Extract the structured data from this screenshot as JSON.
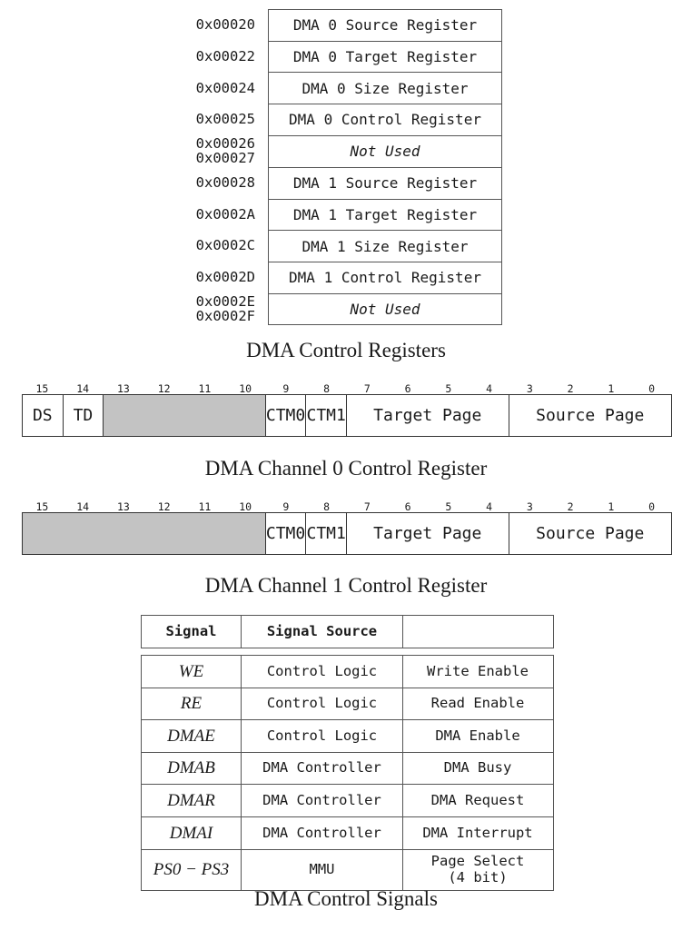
{
  "memory_map": {
    "caption": "DMA Control Registers",
    "rows": [
      {
        "addresses": [
          "0x00020"
        ],
        "label": "DMA 0 Source Register",
        "style": "normal"
      },
      {
        "addresses": [
          "0x00022"
        ],
        "label": "DMA 0 Target Register",
        "style": "normal"
      },
      {
        "addresses": [
          "0x00024"
        ],
        "label": "DMA 0 Size Register",
        "style": "normal"
      },
      {
        "addresses": [
          "0x00025"
        ],
        "label": "DMA 0 Control Register",
        "style": "normal"
      },
      {
        "addresses": [
          "0x00026",
          "0x00027"
        ],
        "label": "Not Used",
        "style": "italic"
      },
      {
        "addresses": [
          "0x00028"
        ],
        "label": "DMA 1 Source Register",
        "style": "normal"
      },
      {
        "addresses": [
          "0x0002A"
        ],
        "label": "DMA 1 Target Register",
        "style": "normal"
      },
      {
        "addresses": [
          "0x0002C"
        ],
        "label": "DMA 1 Size Register",
        "style": "normal"
      },
      {
        "addresses": [
          "0x0002D"
        ],
        "label": "DMA 1 Control Register",
        "style": "normal"
      },
      {
        "addresses": [
          "0x0002E",
          "0x0002F"
        ],
        "label": "Not Used",
        "style": "italic"
      }
    ]
  },
  "bit_numbers": [
    "15",
    "14",
    "13",
    "12",
    "11",
    "10",
    "9",
    "8",
    "7",
    "6",
    "5",
    "4",
    "3",
    "2",
    "1",
    "0"
  ],
  "channel0": {
    "caption": "DMA Channel 0 Control Register",
    "fields": [
      {
        "label": "DS",
        "bits": 1,
        "reserved": false
      },
      {
        "label": "TD",
        "bits": 1,
        "reserved": false
      },
      {
        "label": "",
        "bits": 4,
        "reserved": true
      },
      {
        "label": "CTM0",
        "bits": 1,
        "reserved": false
      },
      {
        "label": "CTM1",
        "bits": 1,
        "reserved": false
      },
      {
        "label": "Target Page",
        "bits": 4,
        "reserved": false
      },
      {
        "label": "Source Page",
        "bits": 4,
        "reserved": false
      }
    ]
  },
  "channel1": {
    "caption": "DMA Channel 1 Control Register",
    "fields": [
      {
        "label": "",
        "bits": 6,
        "reserved": true
      },
      {
        "label": "CTM0",
        "bits": 1,
        "reserved": false
      },
      {
        "label": "CTM1",
        "bits": 1,
        "reserved": false
      },
      {
        "label": "Target Page",
        "bits": 4,
        "reserved": false
      },
      {
        "label": "Source Page",
        "bits": 4,
        "reserved": false
      }
    ]
  },
  "signals": {
    "caption": "DMA Control Signals",
    "headers": [
      "Signal",
      "Signal Source",
      ""
    ],
    "rows": [
      {
        "signal": "WE",
        "source": "Control Logic",
        "description": "Write Enable"
      },
      {
        "signal": "RE",
        "source": "Control Logic",
        "description": "Read Enable"
      },
      {
        "signal": "DMAE",
        "source": "Control Logic",
        "description": "DMA Enable"
      },
      {
        "signal": "DMAB",
        "source": "DMA Controller",
        "description": "DMA Busy"
      },
      {
        "signal": "DMAR",
        "source": "DMA Controller",
        "description": "DMA Request"
      },
      {
        "signal": "DMAI",
        "source": "DMA Controller",
        "description": "DMA Interrupt"
      },
      {
        "signal": "PS0 − PS3",
        "source": "MMU",
        "description_line1": "Page Select",
        "description_line2": "(4 bit)"
      }
    ]
  },
  "colors": {
    "reserved_fill": "#c3c3c3",
    "border": "#555555",
    "text": "#1a1a1a"
  }
}
